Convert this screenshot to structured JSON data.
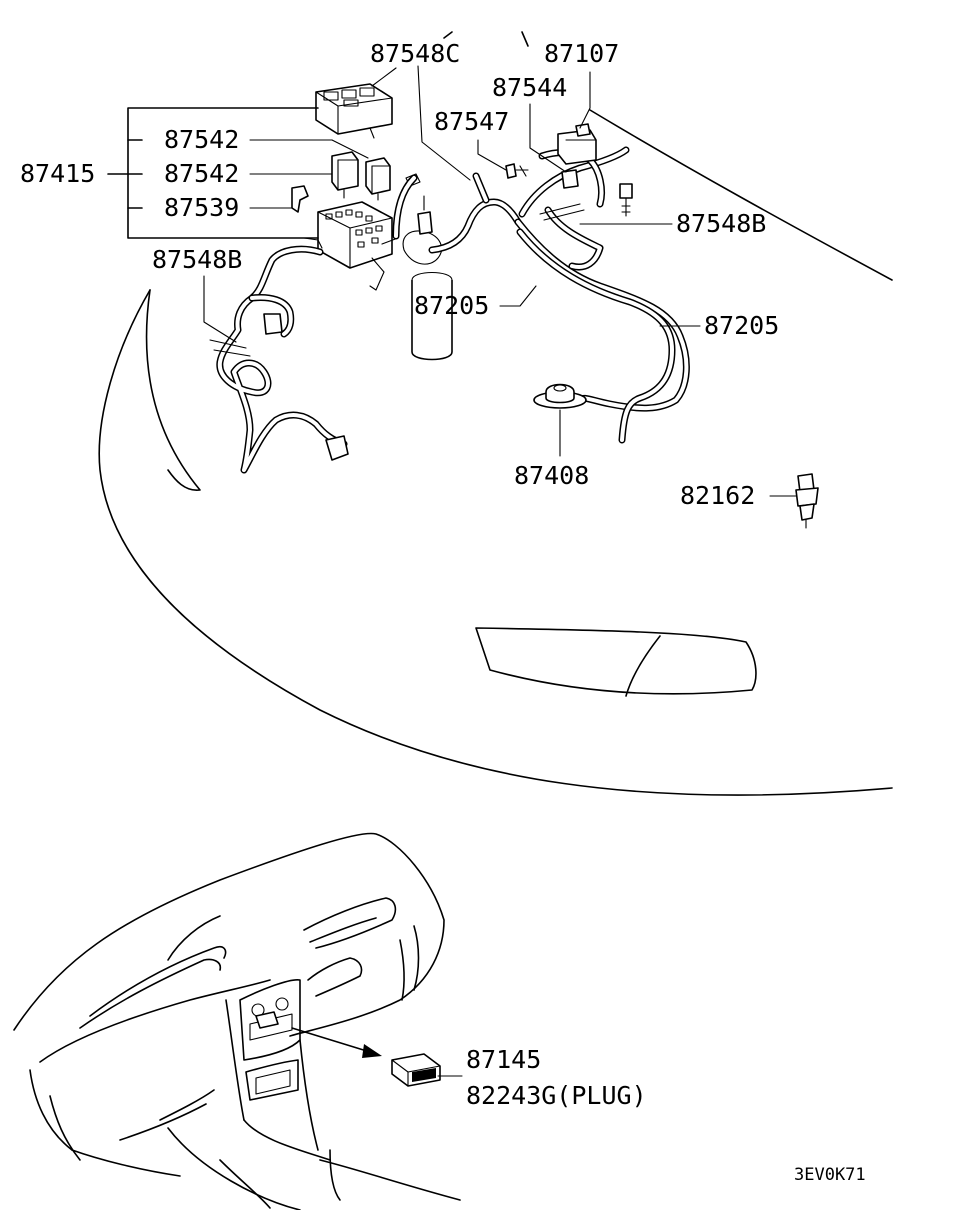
{
  "labels": {
    "p87548C": "87548C",
    "p87107": "87107",
    "p87544": "87544",
    "p87547": "87547",
    "p87542a": "87542",
    "p87542b": "87542",
    "p87415": "87415",
    "p87539": "87539",
    "p87548B_right": "87548B",
    "p87548B_left": "87548B",
    "p87205_center": "87205",
    "p87205_right": "87205",
    "p87408": "87408",
    "p82162": "82162",
    "p87145": "87145",
    "p82243G": "82243G(PLUG)"
  },
  "figure_code": "3EV0K71"
}
